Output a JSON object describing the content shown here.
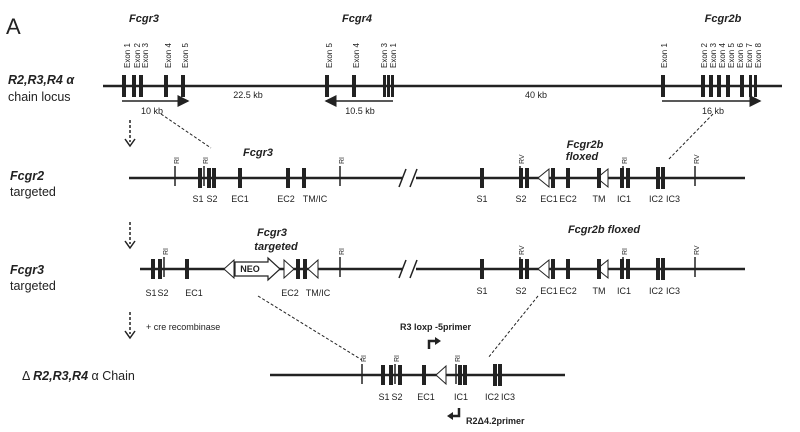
{
  "panel_letter": "A",
  "rows": {
    "locus": {
      "line1": "R2,R3,R4 α",
      "line2": "chain locus"
    },
    "r2": {
      "line1": "Fcgr2",
      "line2": "targeted"
    },
    "r3": {
      "line1": "Fcgr3",
      "line2": "targeted"
    },
    "delta": {
      "prefix": "Δ ",
      "italic": "R2,R3,R4",
      "suffix": " α Chain"
    }
  },
  "genes": {
    "fcgr3": "Fcgr3",
    "fcgr4": "Fcgr4",
    "fcgr2b": "Fcgr2b"
  },
  "exon_labels": {
    "fcgr3": [
      "Exon 1",
      "Exon 2",
      "Exon 3",
      "Exon 4",
      "Exon 5"
    ],
    "fcgr4": [
      "Exon 5",
      "Exon 4",
      "Exon 3",
      "Exon 1"
    ],
    "fcgr2b": [
      "Exon 1",
      "Exon 2",
      "Exon 3",
      "Exon 4",
      "Exon 5",
      "Exon 6",
      "Exon 7",
      "Exon 8"
    ]
  },
  "distances": {
    "d1": "10 kb",
    "d2": "22.5 kb",
    "d3": "10.5 kb",
    "d4": "40 kb",
    "d5": "16 kb"
  },
  "row2": {
    "fcgr3_label": "Fcgr3",
    "fcgr2b_label_1": "Fcgr2b",
    "fcgr2b_label_2": "floxed",
    "site_ri": "RI",
    "site_rv": "RV",
    "left": [
      "S1",
      "S2",
      "EC1",
      "EC2",
      "TM/IC"
    ],
    "right": [
      "S1",
      "S2",
      "EC1",
      "EC2",
      "TM",
      "IC1",
      "IC2",
      "IC3"
    ]
  },
  "row3": {
    "title_1": "Fcgr3",
    "title_2": "targeted",
    "neo": "NEO",
    "fcgr2b_label": "Fcgr2b floxed",
    "left": [
      "S1",
      "S2",
      "EC1",
      "EC2",
      "TM/IC"
    ],
    "right": [
      "S1",
      "S2",
      "EC1",
      "EC2",
      "TM",
      "IC1",
      "IC2",
      "IC3"
    ]
  },
  "cre": "+ cre recombinase",
  "row4": {
    "primer1": "R3 loxp -5primer",
    "primer2": "R2Δ4.2primer",
    "labels": [
      "S1",
      "S2",
      "EC1",
      "IC1",
      "IC2",
      "IC3"
    ]
  }
}
